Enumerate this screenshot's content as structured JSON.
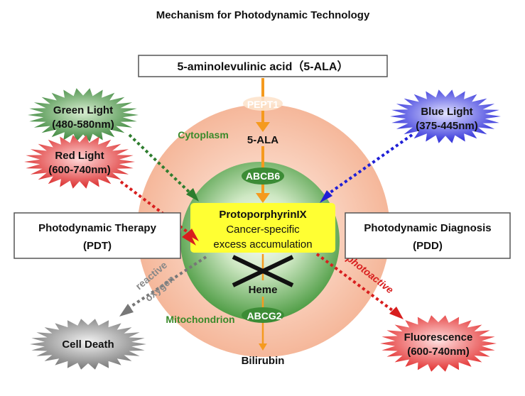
{
  "title": "Mechanism for Photodynamic Technology",
  "top_box": "5-aminolevulinic acid（5-ALA）",
  "transporters": {
    "pept1": "PEPT1",
    "abcb6": "ABCB6",
    "abcg2": "ABCG2"
  },
  "compartments": {
    "cytoplasm": "Cytoplasm",
    "mitochondrion": "Mitochondrion"
  },
  "molecules": {
    "ala": "5-ALA",
    "ppix": "ProtoporphyrinIX",
    "ppix_note_1": "Cancer-specific",
    "ppix_note_2": "excess accumulation",
    "heme": "Heme",
    "bilirubin": "Bilirubin"
  },
  "lights": {
    "green_1": "Green Light",
    "green_2": "(480-580nm)",
    "red_1": "Red Light",
    "red_2": "(600-740nm)",
    "blue_1": "Blue Light",
    "blue_2": "(375-445nm)"
  },
  "therapy": {
    "pdt_1": "Photodynamic Therapy",
    "pdt_2": "(PDT)",
    "pdd_1": "Photodynamic Diagnosis",
    "pdd_2": "(PDD)"
  },
  "path_labels": {
    "reactive": "reactive",
    "oxygen": "oxygen",
    "photoactive": "photoactive"
  },
  "outcomes": {
    "cell_death": "Cell Death",
    "fluor_1": "Fluorescence",
    "fluor_2": "(600-740nm)"
  },
  "colors": {
    "cytoplasm": "#f5b79a",
    "mitochondrion": "#5aa84f",
    "ala_arrow": "#f59a1e",
    "ppix_box": "#ffff33",
    "green_light": "#2e7d2e",
    "red_light": "#d81e1e",
    "blue_light": "#1f1fd6",
    "cell_death": "#6e6e6e",
    "green_label": "#3a8a2a",
    "red_label": "#d81e1e"
  }
}
